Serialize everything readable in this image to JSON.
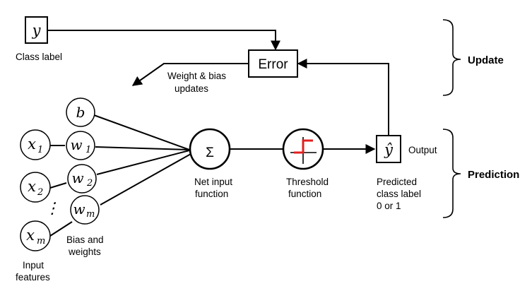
{
  "labels": {
    "class_label": "Class label",
    "error": "Error",
    "weight_bias_updates_line1": "Weight & bias",
    "weight_bias_updates_line2": "updates",
    "update": "Update",
    "prediction": "Prediction",
    "net_input_line1": "Net input",
    "net_input_line2": "function",
    "threshold_line1": "Threshold",
    "threshold_line2": "function",
    "output": "Output",
    "predicted_line1": "Predicted",
    "predicted_line2": "class label",
    "predicted_line3": "0 or 1",
    "bias_weights_line1": "Bias and",
    "bias_weights_line2": "weights",
    "input_features_line1": "Input",
    "input_features_line2": "features"
  },
  "symbols": {
    "y": "y",
    "y_hat": "ŷ",
    "b": "b",
    "x": "x",
    "w": "w",
    "sub_1": "1",
    "sub_2": "2",
    "sub_m": "m",
    "sigma": "Σ",
    "ellipsis": "⋮"
  },
  "colors": {
    "threshold_step": "#e02020"
  }
}
